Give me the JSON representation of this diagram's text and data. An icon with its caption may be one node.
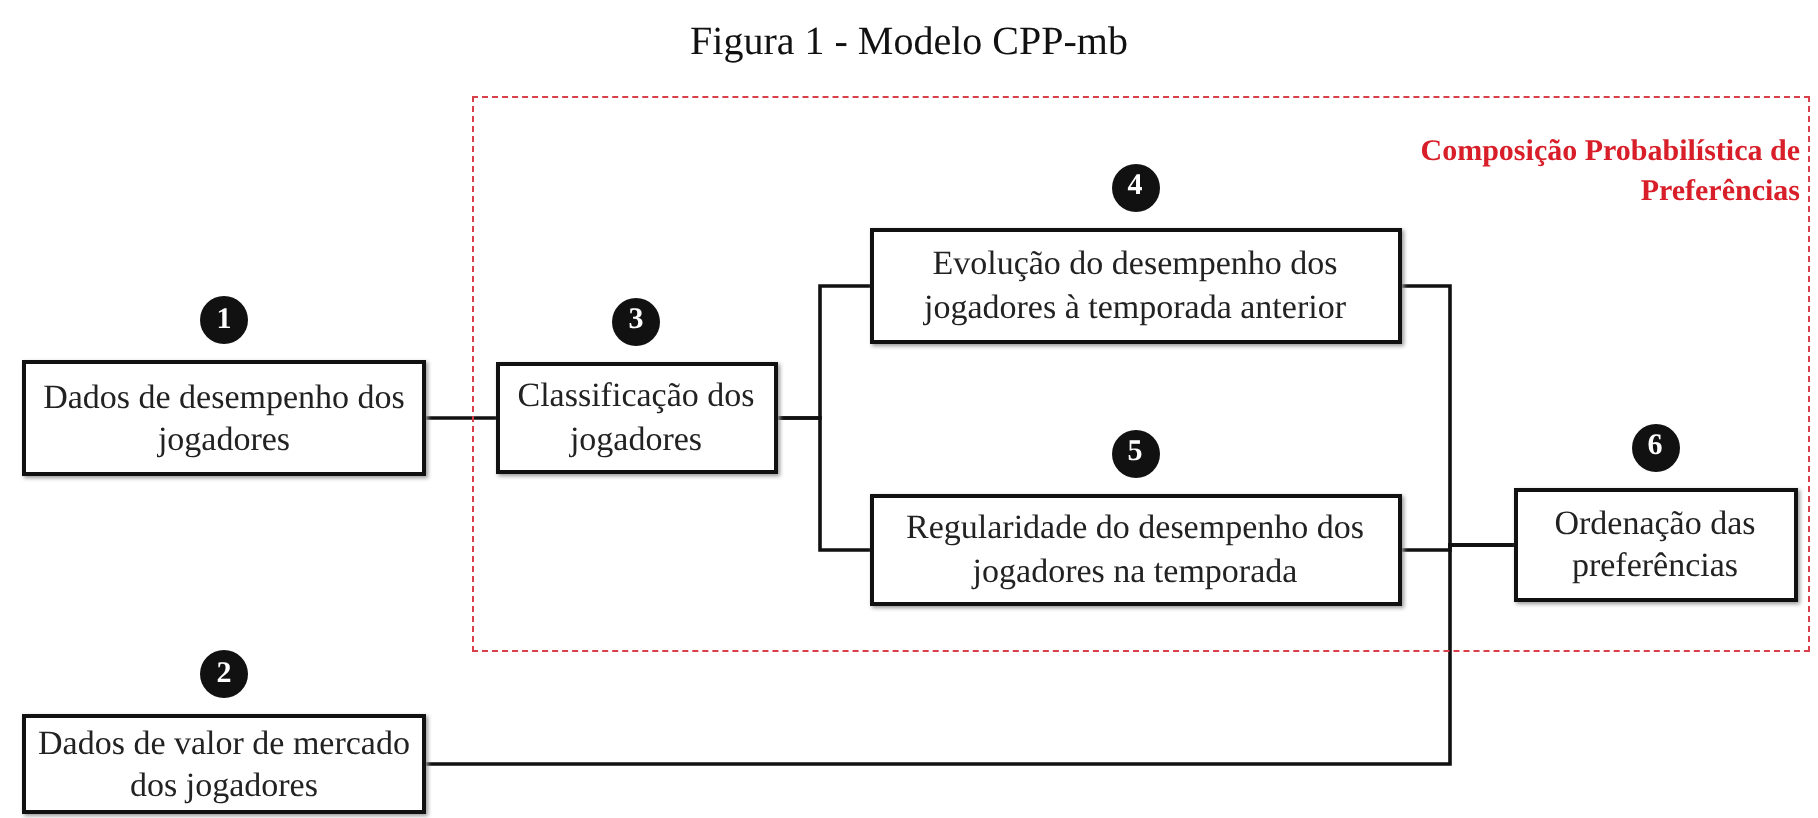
{
  "diagram": {
    "title": "Figura 1 - Modelo CPP-mb",
    "nodes": [
      {
        "text": [
          "Composição Probabilística de Preferências"
        ]
      },
      {
        "text": [
          "Dados de desempenho dos jogadores"
        ],
        "beside": [
          "1"
        ]
      },
      {
        "text": [
          "Dados de valor de mercado dos jogadores"
        ],
        "beside": [
          "2"
        ]
      },
      {
        "text": [
          "Classificação dos jogadores"
        ],
        "beside": [
          "3"
        ],
        "in": 0
      },
      {
        "text": [
          "Evolução do desempenho dos jogadores à temporada anterior"
        ],
        "beside": [
          "4"
        ],
        "in": 0
      },
      {
        "text": [
          "Regularidade do desempenho dos jogadores na temporada"
        ],
        "beside": [
          "5"
        ],
        "in": 0
      },
      {
        "text": [
          "Ordenação das preferências"
        ],
        "beside": [
          "6"
        ],
        "in": 0
      }
    ],
    "edges": [
      {
        "from": 1,
        "to": 3,
        "arrow": "none"
      },
      {
        "from": 3,
        "to": 4,
        "arrow": "none"
      },
      {
        "from": 3,
        "to": 5,
        "arrow": "none"
      },
      {
        "from": 4,
        "to": 6,
        "arrow": "none"
      },
      {
        "from": 5,
        "to": 6,
        "arrow": "none"
      },
      {
        "from": 2,
        "to": 6,
        "arrow": "none"
      }
    ]
  }
}
